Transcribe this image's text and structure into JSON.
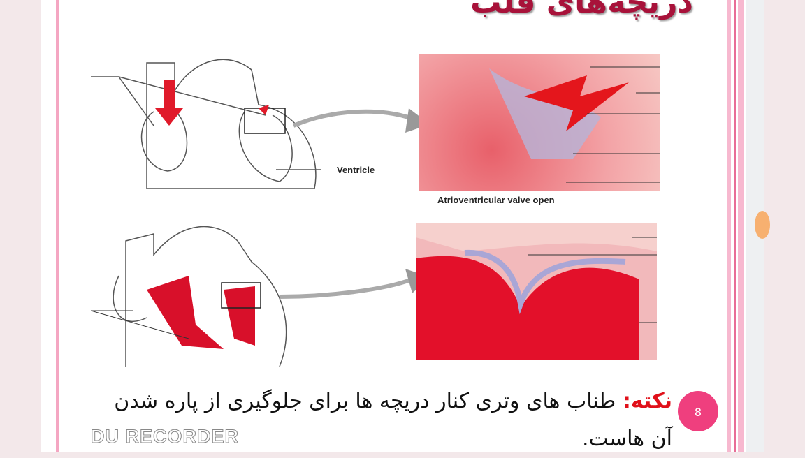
{
  "slide": {
    "title": "دریچه‌های قلب",
    "labels": {
      "ventricle": "Ventricle",
      "av_valve_open": "Atrioventricular valve open"
    },
    "note_keyword": "نکته:",
    "note_text": " طناب های وتری کنار دریچه ها برای جلوگیری از پاره شدن آن هاست.",
    "page_number": "8"
  },
  "watermark": "DU RECORDER",
  "colors": {
    "title": "#a8123a",
    "accent_pink": "#ef3f7e",
    "tissue_red": "#d8102a",
    "note_keyword": "#e0101a"
  }
}
